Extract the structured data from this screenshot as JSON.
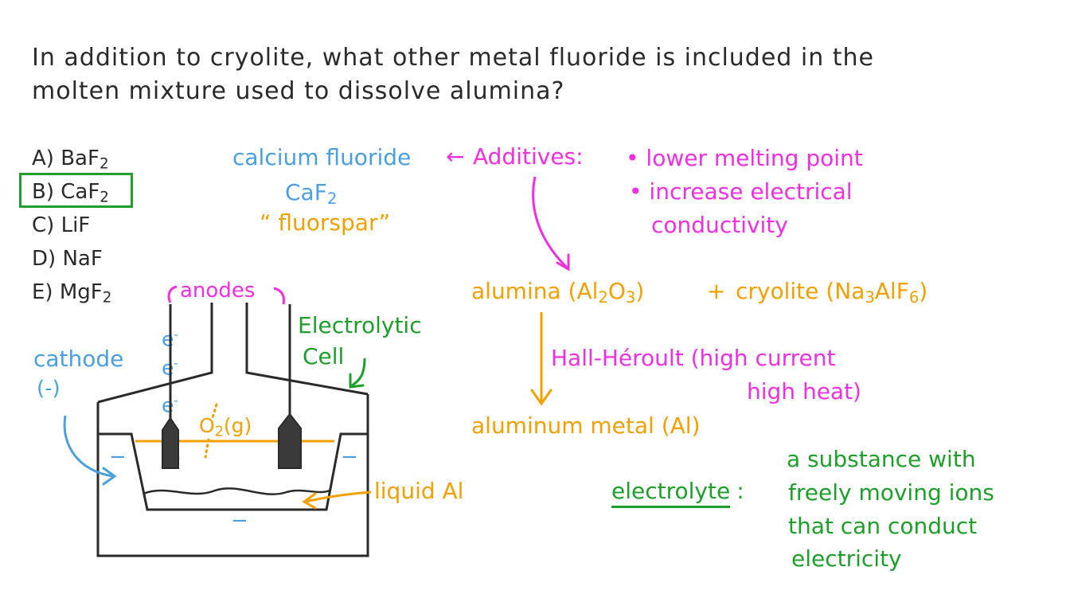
{
  "question": {
    "line1": "In addition to cryolite, what other metal fluoride is included in the",
    "line2": "molten mixture used to dissolve alumina?"
  },
  "options": [
    {
      "letter": "A)",
      "formula": "BaF",
      "sub": "2"
    },
    {
      "letter": "B)",
      "formula": "CaF",
      "sub": "2"
    },
    {
      "letter": "C)",
      "formula": "LiF",
      "sub": ""
    },
    {
      "letter": "D)",
      "formula": "NaF",
      "sub": ""
    },
    {
      "letter": "E)",
      "formula": "MgF",
      "sub": "2"
    }
  ],
  "calcium": {
    "name": "calcium fluoride",
    "arrow": "←",
    "formula": "CaF",
    "formula_sub": "2",
    "nickname": "“ fluorspar”"
  },
  "additives": {
    "label": "Additives:",
    "bullet1": "• lower melting point",
    "bullet2": "• increase electrical",
    "bullet3": "conductivity"
  },
  "reaction": {
    "alumina": "alumina (Al",
    "alumina_sub1": "2",
    "alumina_mid": "O",
    "alumina_sub2": "3",
    "alumina_end": ")",
    "plus": "+",
    "cryolite": "cryolite (Na",
    "cryolite_sub1": "3",
    "cryolite_mid": "AlF",
    "cryolite_sub2": "6",
    "cryolite_end": ")",
    "process1": "Hall-Héroult (high current",
    "process2": "high heat)",
    "product": "aluminum metal (Al)"
  },
  "cell": {
    "anodes": "anodes",
    "electrolytic1": "Electrolytic",
    "electrolytic2": "Cell",
    "cathode1": "cathode",
    "cathode2": "(-)",
    "electron": "e",
    "electron_sign": "-",
    "oxygen": "O",
    "oxygen_sub": "2",
    "oxygen_end": "(g)",
    "plus_sign": "+",
    "minus_sign": "−",
    "liquid_al": "liquid Al"
  },
  "electrolyte": {
    "term": "electrolyte",
    "colon": ":",
    "def1": "a substance with",
    "def2": "freely moving ions",
    "def3": "that can conduct",
    "def4": "electricity"
  },
  "colors": {
    "blue": "#4a9fe0",
    "orange": "#f2a000",
    "pink": "#f030e0",
    "green": "#1e9e2a",
    "dark": "#2a2a2a"
  }
}
